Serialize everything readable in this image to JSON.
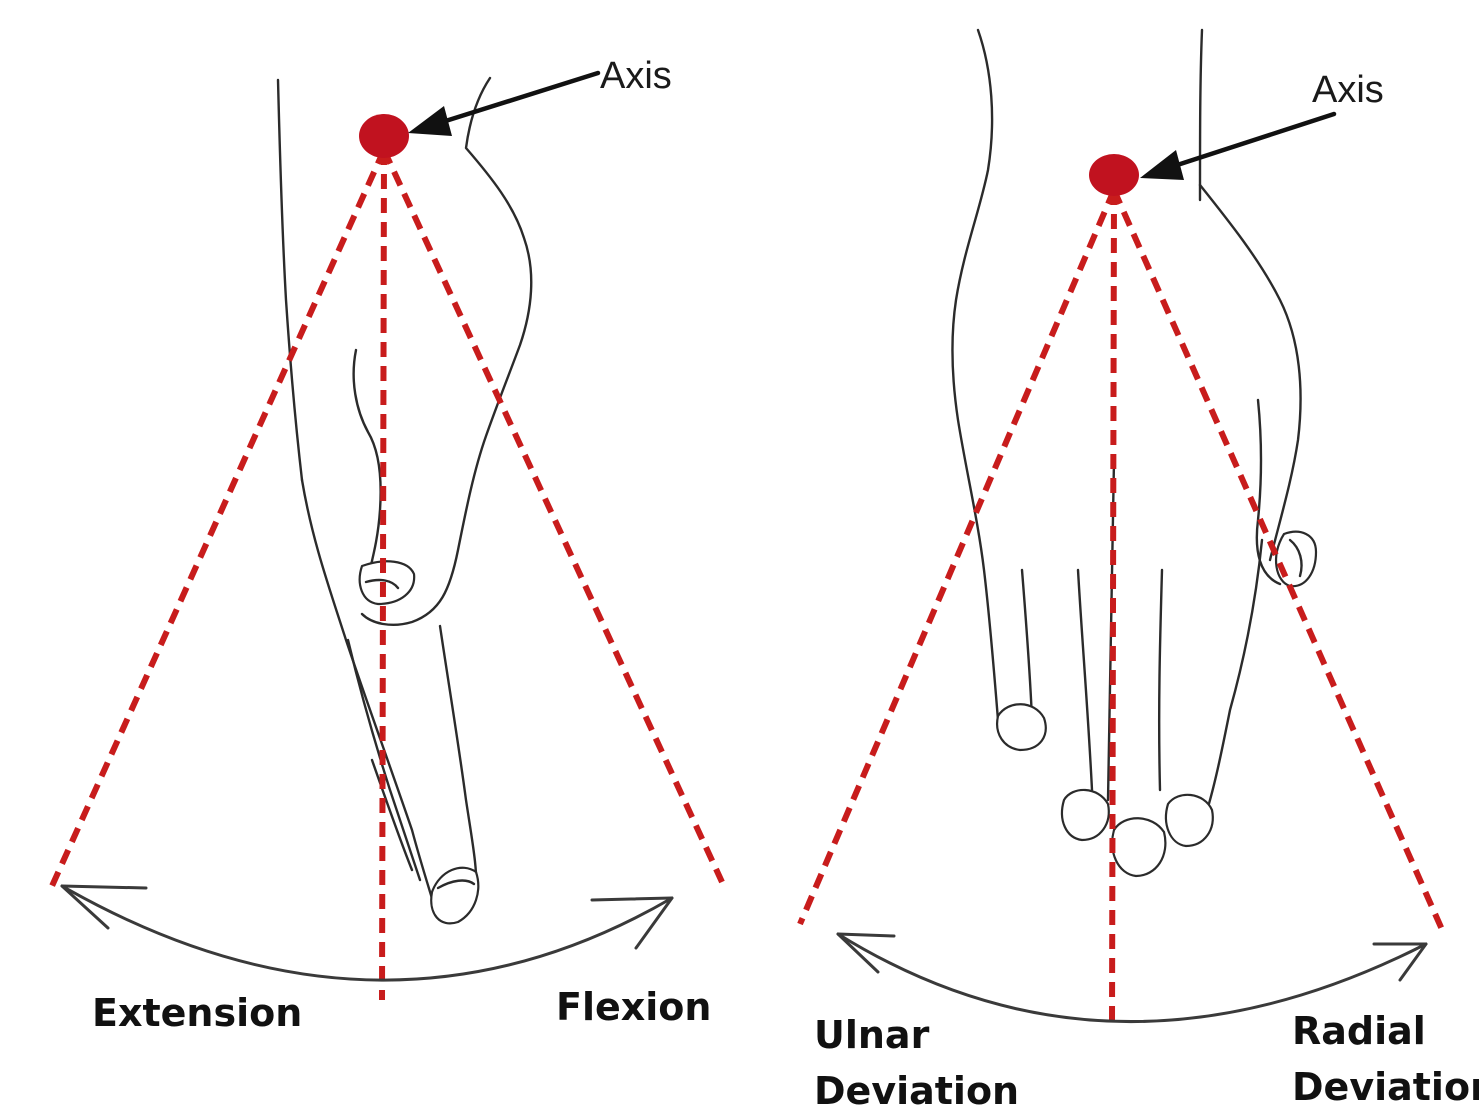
{
  "panels": [
    {
      "id": "flexion-extension",
      "axis_label": "Axis",
      "left_motion": "Extension",
      "right_motion": "Flexion"
    },
    {
      "id": "deviation",
      "axis_label": "Axis",
      "left_motion": [
        "Ulnar",
        "Deviation"
      ],
      "right_motion": [
        "Radial",
        "Deviation"
      ]
    }
  ],
  "colors": {
    "axis_marker": "#c1121f",
    "reference_lines": "#c81c1c",
    "outline": "#2b2b2b"
  }
}
